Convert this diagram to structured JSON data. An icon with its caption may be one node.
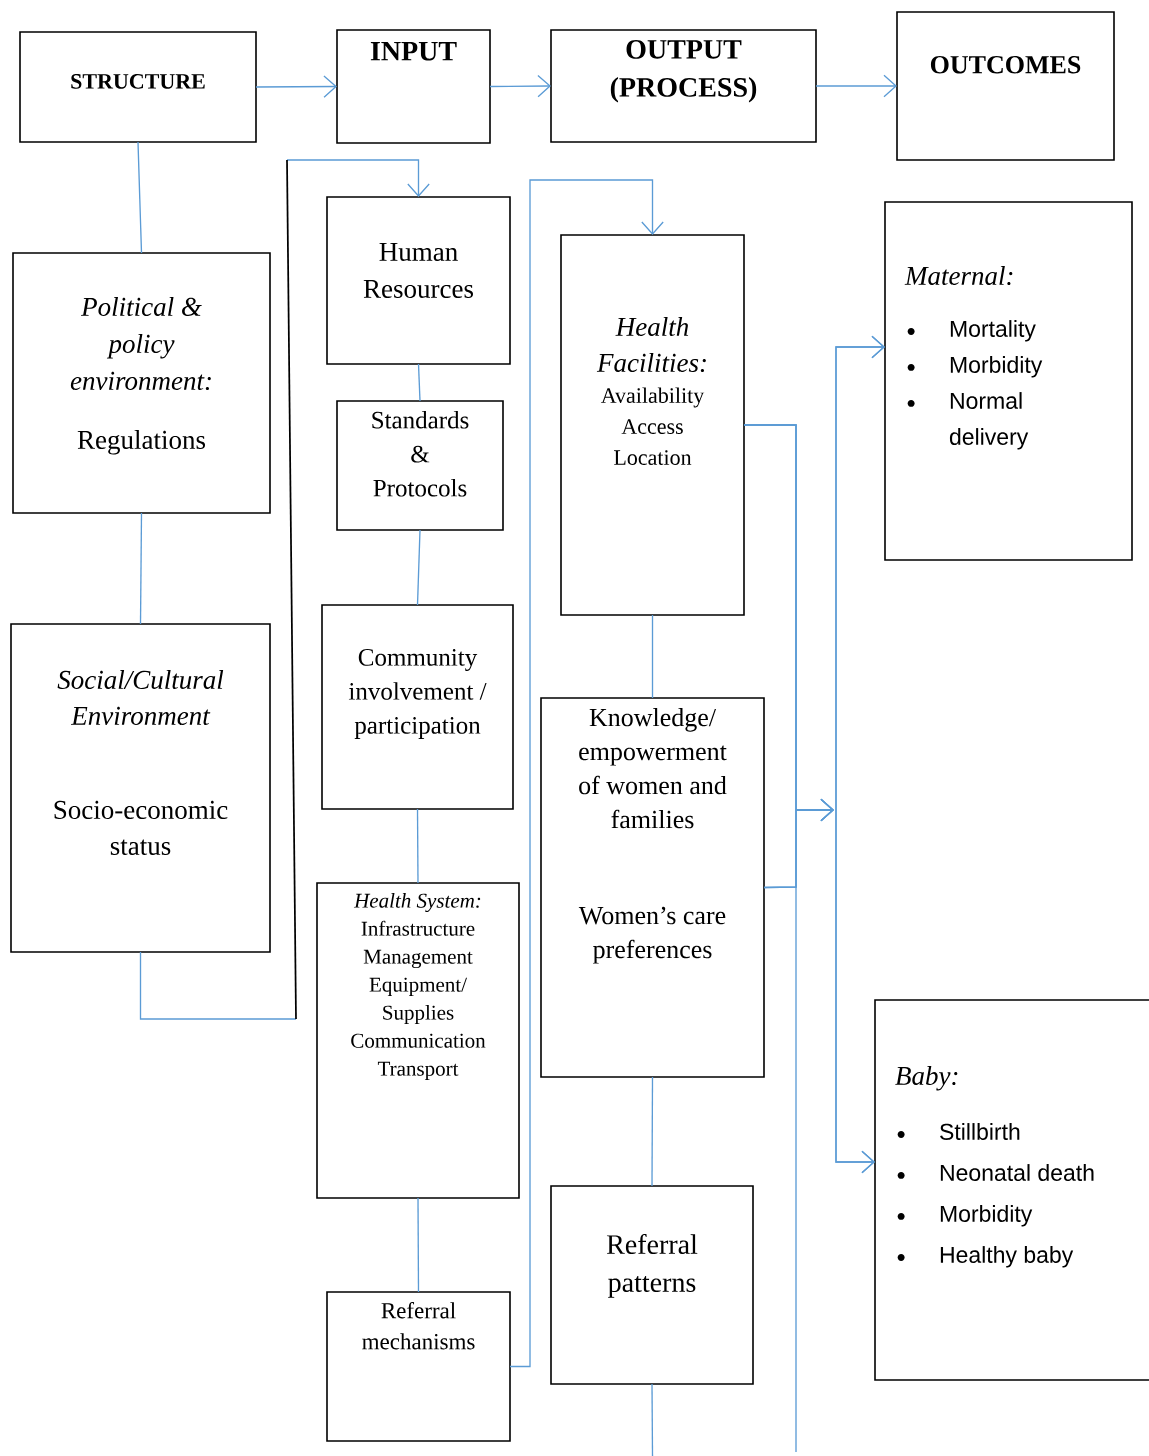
{
  "diagram": {
    "nodes": [
      {
        "text": [
          "STRUCTURE"
        ]
      },
      {
        "text": [
          "INPUT"
        ]
      },
      {
        "text": [
          "OUTPUT (PROCESS)"
        ]
      },
      {
        "text": [
          "OUTCOMES"
        ]
      },
      {
        "text": [
          "Political & policy environment:",
          "Regulations"
        ]
      },
      {
        "text": [
          "Social/Cultural Environment",
          "Socio-economic status"
        ]
      },
      {
        "text": [
          "Human Resources"
        ]
      },
      {
        "text": [
          "Standards & Protocols"
        ]
      },
      {
        "text": [
          "Community involvement / participation"
        ]
      },
      {
        "text": [
          "Health System:",
          "Infrastructure",
          "Management",
          "Equipment/ Supplies",
          "Communication",
          "Transport"
        ]
      },
      {
        "text": [
          "Referral mechanisms"
        ]
      },
      {
        "text": [
          "Health Facilities:",
          "Availability",
          "Access",
          "Location"
        ]
      },
      {
        "text": [
          "Knowledge/ empowerment of women and families",
          "Women’s care preferences"
        ]
      },
      {
        "text": [
          "Referral patterns"
        ]
      },
      {
        "text": [
          "Maternal:",
          "Mortality",
          "Morbidity",
          "Normal delivery"
        ]
      },
      {
        "text": [
          "Baby:",
          "Stillbirth",
          "Neonatal death",
          "Morbidity",
          "Healthy baby"
        ]
      }
    ],
    "edges": [
      {
        "from": 0,
        "to": 1,
        "arrow": "to"
      },
      {
        "from": 1,
        "to": 2,
        "arrow": "to"
      },
      {
        "from": 2,
        "to": 3,
        "arrow": "to"
      },
      {
        "from": 0,
        "to": 4,
        "arrow": "none"
      },
      {
        "from": 4,
        "to": 5,
        "arrow": "none"
      },
      {
        "from": 5,
        "to": 6,
        "arrow": "to"
      },
      {
        "from": 6,
        "to": 7,
        "arrow": "none"
      },
      {
        "from": 7,
        "to": 8,
        "arrow": "none"
      },
      {
        "from": 8,
        "to": 9,
        "arrow": "none"
      },
      {
        "from": 9,
        "to": 10,
        "arrow": "none"
      },
      {
        "from": 10,
        "to": 11,
        "arrow": "to"
      },
      {
        "from": 11,
        "to": 12,
        "arrow": "none"
      },
      {
        "from": 12,
        "to": 13,
        "arrow": "none"
      },
      {
        "from": 13,
        "to": null,
        "arrow": "none"
      },
      {
        "from": 11,
        "to": 14,
        "arrow": "to"
      },
      {
        "from": 11,
        "to": 15,
        "arrow": "to"
      },
      {
        "from": 12,
        "to": 14,
        "arrow": "to"
      },
      {
        "from": 12,
        "to": 15,
        "arrow": "to"
      },
      {
        "from": 11,
        "to": null,
        "arrow": "none"
      }
    ]
  }
}
